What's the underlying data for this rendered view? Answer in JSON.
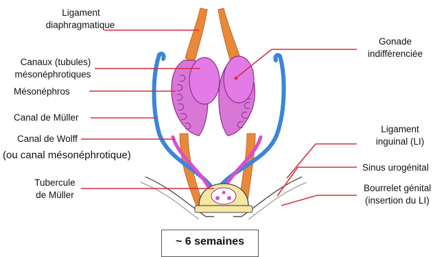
{
  "labels": {
    "ligament_diaphragmatique": [
      "Ligament",
      "diaphragmatique"
    ],
    "canaux_mesonephrotiques": [
      "Canaux (tubules)",
      "mésonéphrotiques"
    ],
    "mesonephros": "Mésonéphros",
    "canal_muller": "Canal de Müller",
    "canal_wolff": "Canal de Wolff",
    "canal_wolff_alt": "(ou canal mésonéphrotique)",
    "tubercule_muller": [
      "Tubercule",
      "de Müller"
    ],
    "gonade": [
      "Gonade",
      "indifférenciée"
    ],
    "ligament_inguinal": [
      "Ligament",
      "inguinal (LI)"
    ],
    "sinus_urogenital": "Sinus urogénital",
    "bourrelet_genital": [
      "Bourrelet génital",
      "(insertion du LI)"
    ]
  },
  "caption": "~ 6 semaines",
  "colors": {
    "leader_line": "#d62d3a",
    "ligament": "#e8883a",
    "ligament_dark": "#c96a25",
    "mesonephros": "#d977d6",
    "mesonephros_dark": "#8e2a90",
    "gonad": "#e37be6",
    "muller_duct": "#3b86d6",
    "wolff_duct": "#d64fd0",
    "sinus": "#f6e7a3"
  }
}
